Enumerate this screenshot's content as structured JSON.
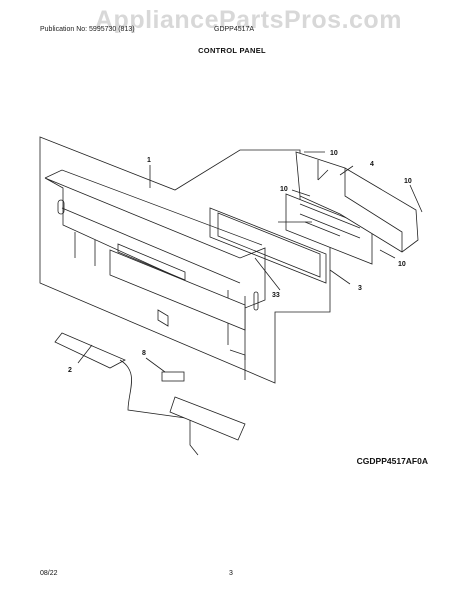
{
  "header": {
    "publication": "Publication No: 5995730 (813)",
    "model": "GDPP4517A",
    "watermark": "AppliancePartsPros.com"
  },
  "title": "CONTROL PANEL",
  "diagram_code": "CGDPP4517AF0A",
  "footer": {
    "date": "08/22",
    "page": "3"
  },
  "callouts": [
    "1",
    "2",
    "3",
    "4",
    "8",
    "10",
    "10",
    "10",
    "10",
    "33"
  ],
  "colors": {
    "line": "#222222",
    "fill": "#ffffff",
    "watermark": "#d8d8d8"
  }
}
